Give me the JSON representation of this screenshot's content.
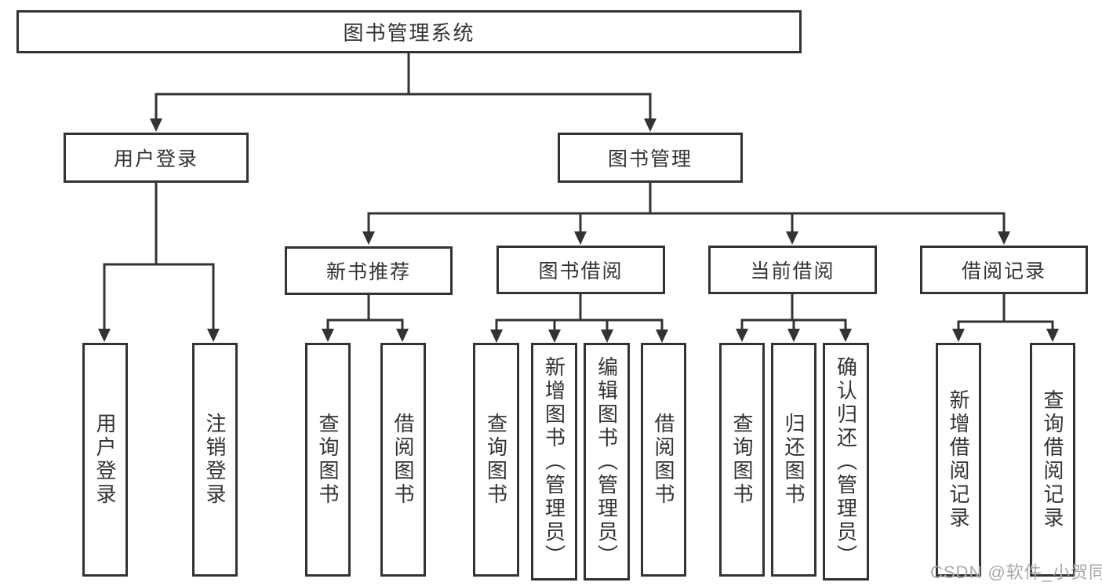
{
  "tree": {
    "label": "图书管理系统",
    "children": [
      {
        "label": "用户登录",
        "children": [
          {
            "label": "用户登录"
          },
          {
            "label": "注销登录"
          }
        ]
      },
      {
        "label": "图书管理",
        "children": [
          {
            "label": "新书推荐",
            "children": [
              {
                "label": "查询图书"
              },
              {
                "label": "借阅图书"
              }
            ]
          },
          {
            "label": "图书借阅",
            "children": [
              {
                "label": "查询图书"
              },
              {
                "label": "新增图书（管理员）"
              },
              {
                "label": "编辑图书（管理员）"
              },
              {
                "label": "借阅图书"
              }
            ]
          },
          {
            "label": "当前借阅",
            "children": [
              {
                "label": "查询图书"
              },
              {
                "label": "归还图书"
              },
              {
                "label": "确认归还（管理员）"
              }
            ]
          },
          {
            "label": "借阅记录",
            "children": [
              {
                "label": "新增借阅记录"
              },
              {
                "label": "查询借阅记录"
              }
            ]
          }
        ]
      }
    ]
  },
  "watermark": "CSDN @软件_小贺同学",
  "colors": {
    "line": "#333333",
    "box_border": "#333333",
    "text": "#333333",
    "watermark": "#a9a9a9",
    "background": "#ffffff"
  }
}
